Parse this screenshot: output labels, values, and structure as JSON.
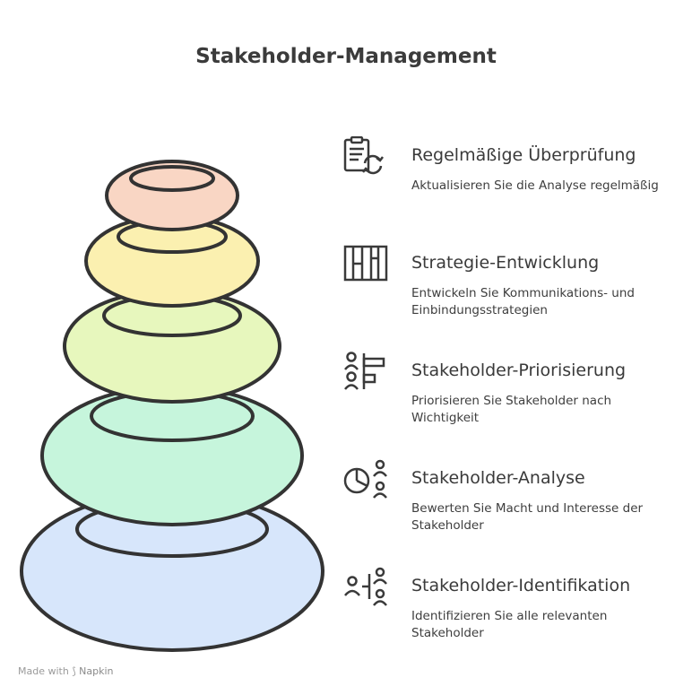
{
  "title": "Stakeholder-Management",
  "items": [
    {
      "label": "Regelmäßige Überprüfung",
      "desc": "Aktualisieren Sie die Analyse regelmäßig",
      "icon": "clipboard-refresh-icon",
      "color": "#f9d6c4"
    },
    {
      "label": "Strategie-Entwicklung",
      "desc": "Entwickeln Sie Kommunikations- und Einbindungsstrategien",
      "icon": "books-icon",
      "color": "#fbf0b0"
    },
    {
      "label": "Stakeholder-Priorisierung",
      "desc": "Priorisieren Sie Stakeholder nach Wichtigkeit",
      "icon": "people-priority-icon",
      "color": "#e7f7bd"
    },
    {
      "label": "Stakeholder-Analyse",
      "desc": "Bewerten Sie Macht und Interesse der Stakeholder",
      "icon": "pie-chart-people-icon",
      "color": "#c6f5dc"
    },
    {
      "label": "Stakeholder-Identifikation",
      "desc": "Identifizieren Sie alle relevanten Stakeholder",
      "icon": "people-network-icon",
      "color": "#d7e6fb"
    }
  ],
  "footer": {
    "made_with": "Made with",
    "brand": "Napkin"
  }
}
